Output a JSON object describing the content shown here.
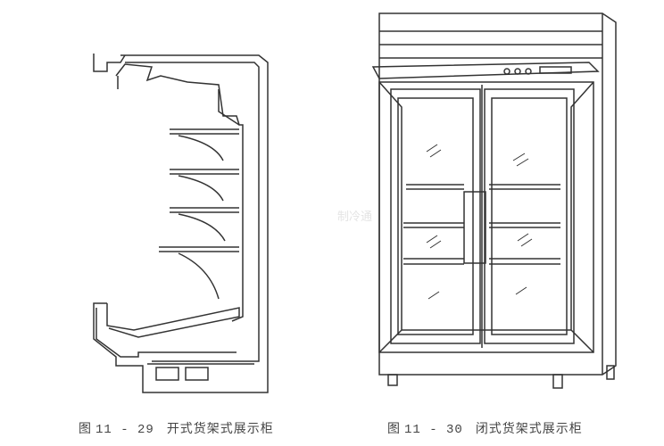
{
  "figures": [
    {
      "label": "图",
      "number": "11 - 29",
      "title": "开式货架式展示柜"
    },
    {
      "label": "图",
      "number": "11 - 30",
      "title": "闭式货架式展示柜"
    }
  ],
  "watermark": "制冷通"
}
